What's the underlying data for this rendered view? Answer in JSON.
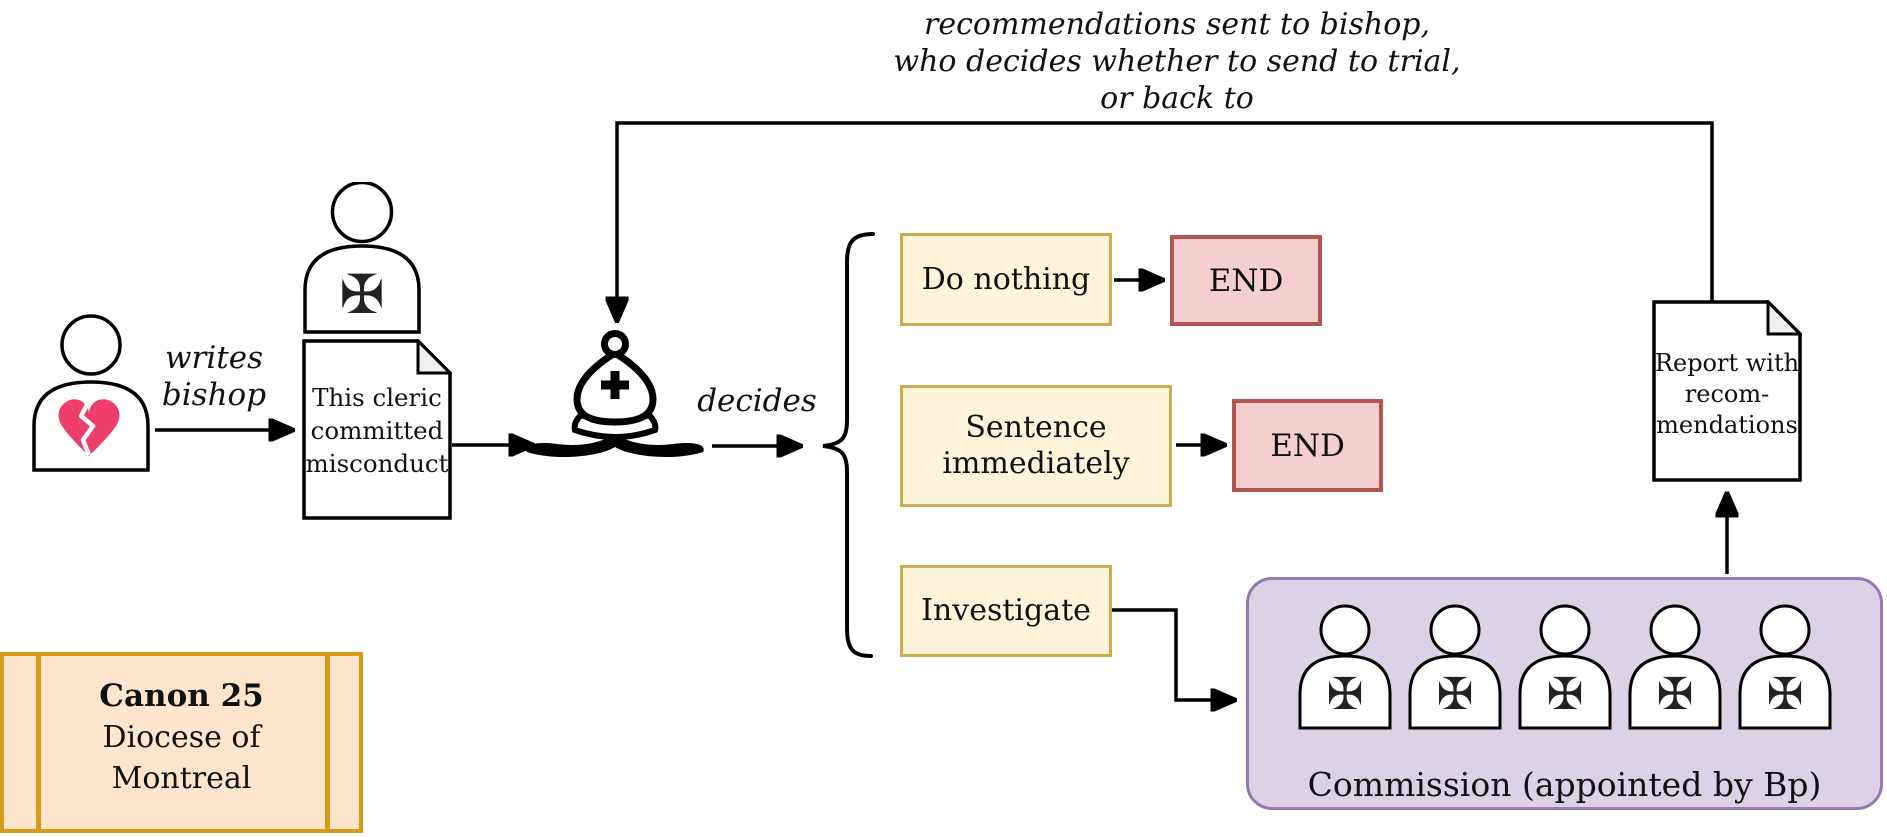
{
  "caption": {
    "lines": [
      "recommendations sent to bishop,",
      "who decides whether to send to trial,",
      "or back to"
    ]
  },
  "complainant": {
    "action_lines": [
      "writes",
      "bishop"
    ]
  },
  "complaint_document": {
    "lines": [
      "This cleric",
      "committed",
      "misconduct"
    ]
  },
  "bishop": {
    "decides_label": "decides"
  },
  "options": [
    {
      "label": "Do nothing",
      "outcome": "END"
    },
    {
      "label": "Sentence immediately",
      "outcome": "END"
    },
    {
      "label": "Investigate"
    }
  ],
  "commission": {
    "label": "Commission (appointed by Bp)",
    "member_count": 5
  },
  "report_document": {
    "lines": [
      "Report with",
      "recom-",
      "mendations"
    ]
  },
  "legend": {
    "title": "Canon 25",
    "lines": [
      "Diocese of",
      "Montreal"
    ]
  },
  "icons": {
    "maltese_cross": "✠"
  },
  "colors": {
    "option_fill": "#FCF3D9",
    "option_border": "#CFAC50",
    "end_fill": "#F5CFCF",
    "end_border": "#B25450",
    "commission_fill": "#DDD1E6",
    "commission_border": "#9678B4",
    "legend_fill": "#FEE5CB",
    "legend_border": "#D49A18",
    "heart": "#EE3E6C",
    "connector": "#000000",
    "page_fold": "#F0F0F0"
  }
}
